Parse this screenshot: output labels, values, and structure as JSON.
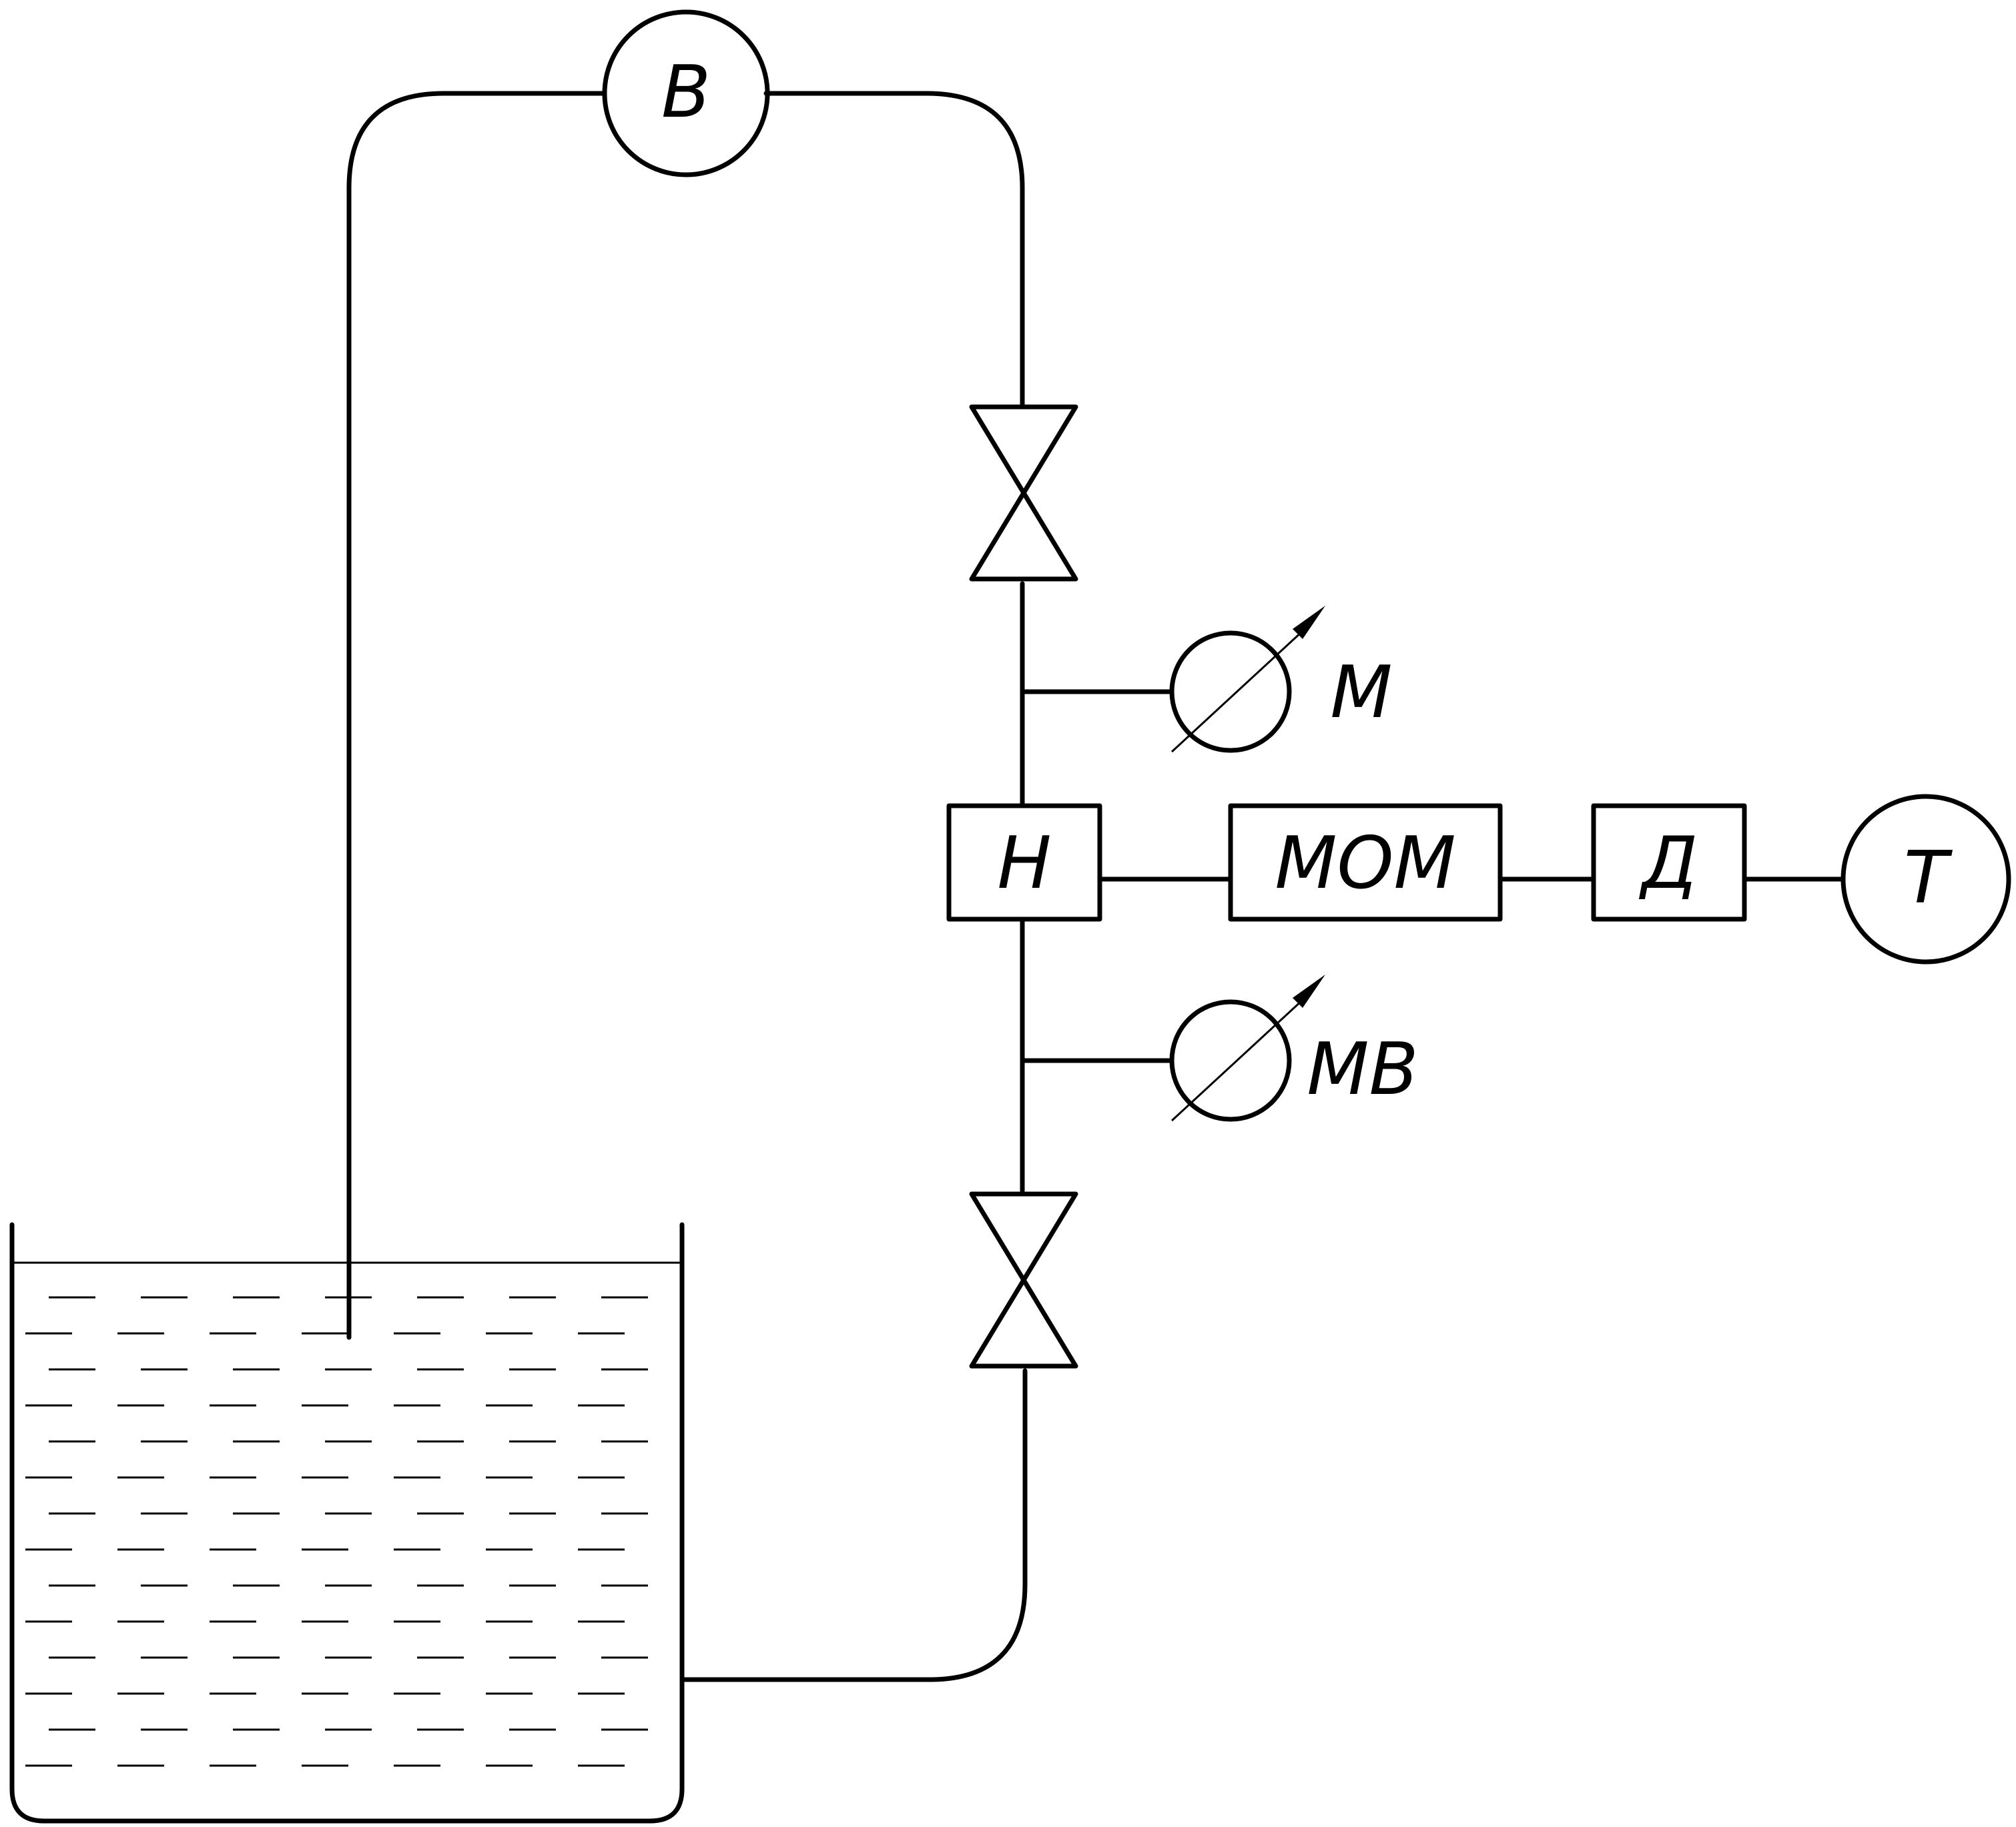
{
  "labels": {
    "vacuum_gauge_top": "В",
    "manometer": "М",
    "pump": "Н",
    "coupling": "МОМ",
    "motor": "Д",
    "tachometer": "Т",
    "manovacuummeter": "МВ"
  }
}
